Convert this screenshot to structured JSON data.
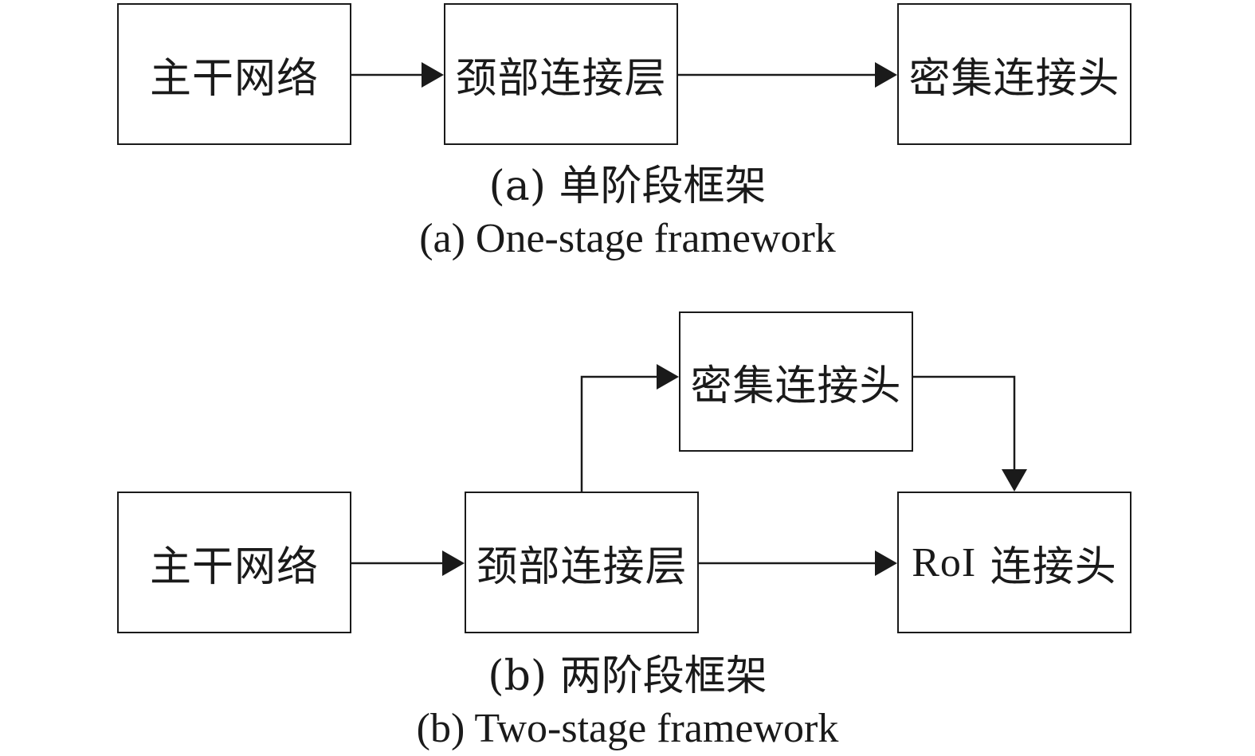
{
  "one_stage": {
    "backbone": "主干网络",
    "neck": "颈部连接层",
    "dense_head": "密集连接头",
    "caption_zh": "(a) 单阶段框架",
    "caption_en": "(a) One-stage framework"
  },
  "two_stage": {
    "backbone": "主干网络",
    "neck": "颈部连接层",
    "dense_head": "密集连接头",
    "roi_head_prefix": "RoI",
    "roi_head_suffix": "连接头",
    "caption_zh": "(b) 两阶段框架",
    "caption_en": "(b) Two-stage framework"
  },
  "colors": {
    "stroke": "#1a1a1a",
    "background": "#ffffff"
  }
}
